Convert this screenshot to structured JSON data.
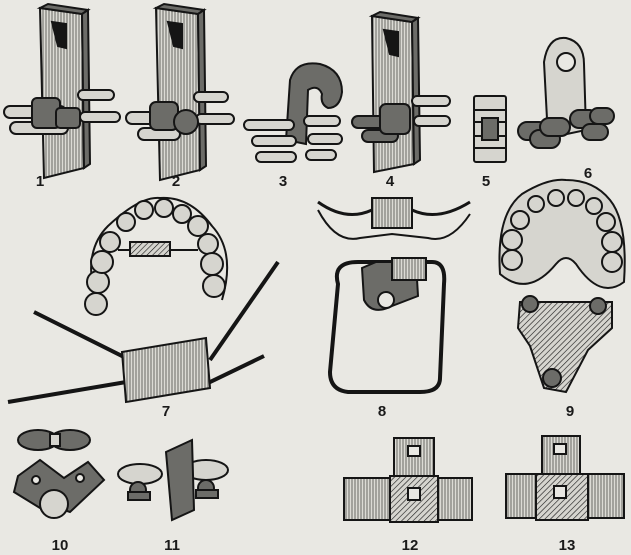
{
  "figure": {
    "labels": [
      "1",
      "2",
      "3",
      "4",
      "5",
      "6",
      "7",
      "8",
      "9",
      "10",
      "11",
      "12",
      "13"
    ],
    "colors": {
      "ink": "#151515",
      "paper": "#e9e8e3",
      "shade": "#6c6c68",
      "light": "#d6d5cf"
    }
  }
}
